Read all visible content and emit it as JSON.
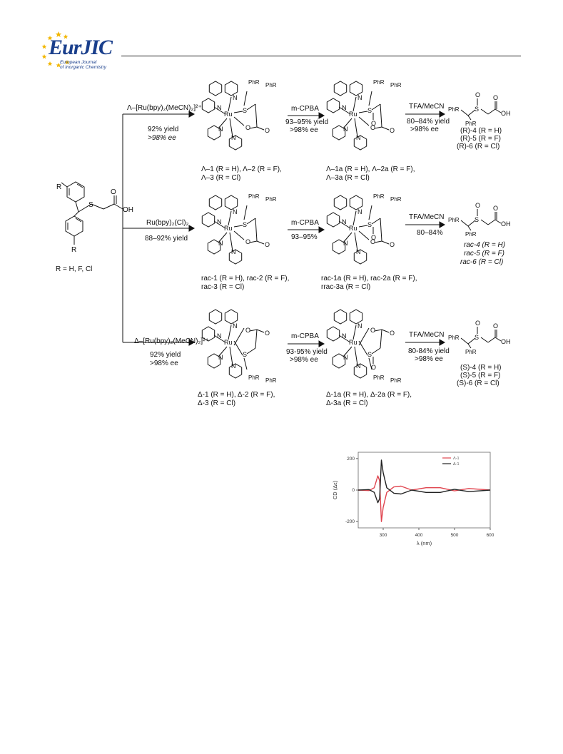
{
  "logo": {
    "word": "EurJIC",
    "sub1": "European Journal",
    "sub2": "of Inorganic Chemistry",
    "color": "#1a3f8c",
    "star_color": "#f2b600"
  },
  "scheme": {
    "ligand_label": "R = H, F, Cl",
    "branches": [
      {
        "id": "lambda",
        "reagent": "Λ–[Ru(bpy)₂(MeCN)₂]²⁺",
        "yield": "92% yield",
        "ee": ">98% ee",
        "complex_label_1": "Λ–1 (R = H), Λ–2 (R = F),",
        "complex_label_2": "Λ–3 (R = Cl)",
        "ox_reagent": "m-CPBA",
        "ox_yield": "93–95% yield",
        "ox_ee": ">98% ee",
        "ox_label_1": "Λ–1a (R = H), Λ–2a (R = F),",
        "ox_label_2": "Λ–3a (R = Cl)",
        "cleave_reagent": "TFA/MeCN",
        "cleave_yield": "80–84% yield",
        "cleave_ee": ">98% ee",
        "products": [
          "(R)-4 (R = H)",
          "(R)-5 (R = F)",
          "(R)-6 (R = Cl)"
        ]
      },
      {
        "id": "rac",
        "reagent": "Ru(bpy)₂(Cl)₂",
        "yield": "88–92% yield",
        "ee": "",
        "complex_label_1": "rac-1 (R = H), rac-2 (R = F),",
        "complex_label_2": "rac-3 (R = Cl)",
        "ox_reagent": "m-CPBA",
        "ox_yield": "93–95%",
        "ox_ee": "",
        "ox_label_1": "rac-1a (R = H), rac-2a (R = F),",
        "ox_label_2": "rrac-3a (R = Cl)",
        "cleave_reagent": "TFA/MeCN",
        "cleave_yield": "80–84%",
        "cleave_ee": "",
        "products": [
          "rac-4 (R = H)",
          "rac-5 (R = F)",
          "rac-6 (R = Cl)"
        ]
      },
      {
        "id": "delta",
        "reagent": "Δ–[Ru(bpy)₂(MeCN)₂]²⁺",
        "yield": "92% yield",
        "ee": ">98% ee",
        "complex_label_1": "Δ-1 (R = H), Δ-2 (R = F),",
        "complex_label_2": "Δ-3 (R = Cl)",
        "ox_reagent": "m-CPBA",
        "ox_yield": "93-95% yield",
        "ox_ee": ">98% ee",
        "ox_label_1": "Δ-1a (R = H), Δ-2a (R = F),",
        "ox_label_2": "Δ-3a (R = Cl)",
        "cleave_reagent": "TFA/MeCN",
        "cleave_yield": "80-84% yield",
        "cleave_ee": ">98% ee",
        "products": [
          "(S)-4 (R = H)",
          "(S)-5 (R = F)",
          "(S)-6 (R = Cl)"
        ]
      }
    ]
  },
  "chart_data": {
    "type": "line",
    "xlabel": "λ (nm)",
    "ylabel": "CD (Δε)",
    "xlim": [
      230,
      600
    ],
    "ylim": [
      -240,
      240
    ],
    "xticks": [
      "300",
      "400",
      "500",
      "600"
    ],
    "yticks": [
      "200",
      "0",
      "-200"
    ],
    "series": [
      {
        "name": "Λ-1",
        "color": "#e0454f",
        "x": [
          230,
          260,
          275,
          285,
          290,
          295,
          300,
          310,
          330,
          350,
          380,
          420,
          460,
          500,
          540,
          600
        ],
        "y": [
          0,
          -3,
          15,
          90,
          60,
          -200,
          -110,
          -15,
          20,
          25,
          0,
          15,
          15,
          -5,
          10,
          0
        ]
      },
      {
        "name": "Δ-1",
        "color": "#222222",
        "x": [
          230,
          260,
          275,
          285,
          290,
          295,
          300,
          310,
          330,
          350,
          380,
          420,
          460,
          500,
          540,
          600
        ],
        "y": [
          0,
          3,
          -15,
          -80,
          -55,
          190,
          110,
          15,
          -20,
          -25,
          0,
          -15,
          -15,
          5,
          -10,
          0
        ]
      }
    ]
  }
}
